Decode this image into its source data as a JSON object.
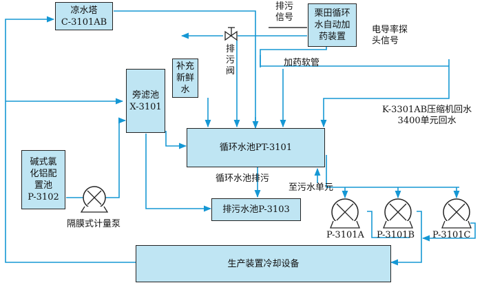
{
  "boxes": {
    "cooling_tower": "凉水塔\nC-3101AB",
    "dosing_unit": "栗田循环\n水自动加\n药装置",
    "fresh_water": "补充\n新鲜\n水",
    "side_filter": "旁滤池\nX-3101",
    "circ_pool": "循环水池PT-3101",
    "chem_pool": "碱式氯\n化铝配\n置池\nP-3102",
    "sewage_pool": "排污水池P-3103",
    "production": "生产装置冷却设备"
  },
  "labels": {
    "discharge_signal": "排污\n信号",
    "conductivity_signal": "电导率探\n头信号",
    "drain_valve": "排\n污\n阀",
    "dosing_hose": "加药软管",
    "return_water": "K-3301AB压缩机回水\n3400单元回水",
    "pool_discharge": "循环水池排污",
    "to_sewage_unit": "至污水单元",
    "metering_pump": "隔膜式计量泵",
    "pump_a": "P-3101A",
    "pump_b": "P-3101B",
    "pump_c": "P-3101C"
  },
  "colors": {
    "flow_line": "#1597d4",
    "box_fill": "#bfe5f3"
  }
}
